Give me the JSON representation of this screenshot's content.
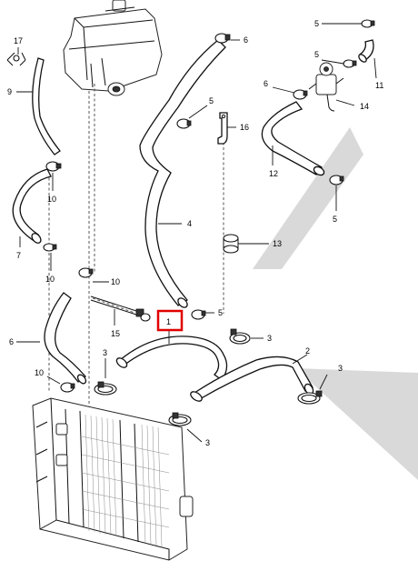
{
  "callouts": {
    "c1": "1",
    "c2": "2",
    "c3a": "3",
    "c3b": "3",
    "c3c": "3",
    "c3d": "3",
    "c4": "4",
    "c5a": "5",
    "c5b": "5",
    "c5c": "5",
    "c5d": "5",
    "c5e": "5",
    "c6a": "6",
    "c6b": "6",
    "c6c": "6",
    "c7": "7",
    "c9": "9",
    "c10a": "10",
    "c10b": "10",
    "c10c": "10",
    "c10d": "10",
    "c11": "11",
    "c12": "12",
    "c13": "13",
    "c14": "14",
    "c15": "15",
    "c16": "16",
    "c17": "17"
  },
  "highlight": {
    "target": "1",
    "color": "#e00000"
  },
  "colors": {
    "line": "#111111",
    "shade": "#d9d9d9"
  }
}
